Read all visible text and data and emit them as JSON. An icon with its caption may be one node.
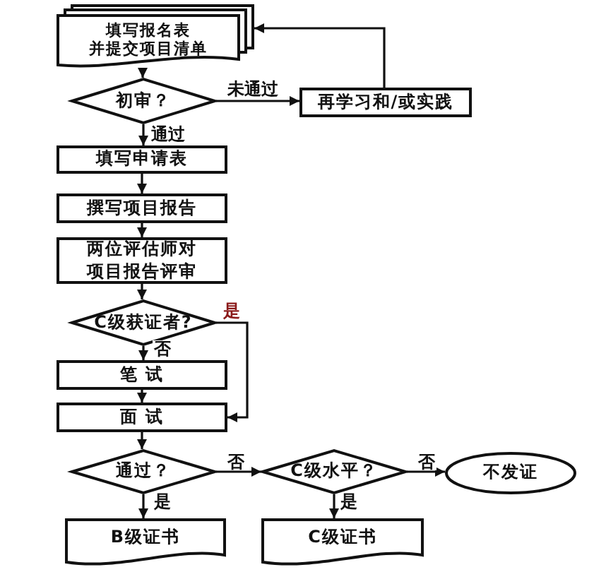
{
  "diagram": {
    "nodes": [
      {
        "text": [
          "填写报名表并提交项目清单"
        ]
      },
      {
        "text": [
          "初审？"
        ]
      },
      {
        "text": [
          "再学习和/或实践"
        ]
      },
      {
        "text": [
          "填写申请表"
        ]
      },
      {
        "text": [
          "撰写项目报告"
        ]
      },
      {
        "text": [
          "两位评估师对项目报告评审"
        ]
      },
      {
        "text": [
          "C级获证者?"
        ]
      },
      {
        "text": [
          "笔 试"
        ]
      },
      {
        "text": [
          "面 试"
        ]
      },
      {
        "text": [
          "通过？"
        ]
      },
      {
        "text": [
          "C级水平？"
        ]
      },
      {
        "text": [
          "不发证"
        ]
      },
      {
        "text": [
          "B级证书"
        ]
      },
      {
        "text": [
          "C级证书"
        ]
      }
    ],
    "edges": [
      {
        "from": 0,
        "to": 1,
        "arrow": "to"
      },
      {
        "from": 1,
        "to": 2,
        "arrow": "to",
        "label": "未通过"
      },
      {
        "from": 2,
        "to": 0,
        "arrow": "to"
      },
      {
        "from": 1,
        "to": 3,
        "arrow": "to",
        "label": "通过"
      },
      {
        "from": 3,
        "to": 4,
        "arrow": "to"
      },
      {
        "from": 4,
        "to": 5,
        "arrow": "to"
      },
      {
        "from": 5,
        "to": 6,
        "arrow": "to"
      },
      {
        "from": 6,
        "to": 7,
        "arrow": "to",
        "label": "否"
      },
      {
        "from": 6,
        "to": 8,
        "arrow": "to",
        "label": "是"
      },
      {
        "from": 7,
        "to": 8,
        "arrow": "to"
      },
      {
        "from": 8,
        "to": 9,
        "arrow": "to"
      },
      {
        "from": 9,
        "to": 10,
        "arrow": "to",
        "label": "否"
      },
      {
        "from": 10,
        "to": 11,
        "arrow": "to",
        "label": "否"
      },
      {
        "from": 9,
        "to": 12,
        "arrow": "to",
        "label": "是"
      },
      {
        "from": 10,
        "to": 13,
        "arrow": "to",
        "label": "是"
      }
    ]
  }
}
